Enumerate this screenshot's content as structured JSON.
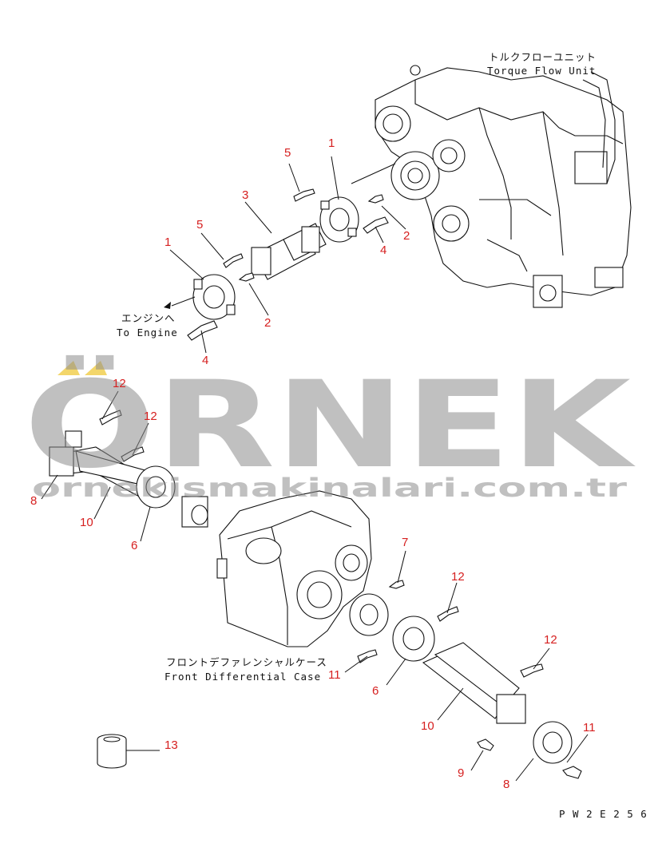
{
  "labels": {
    "torque_flow_unit_jp": "トルクフローユニット",
    "torque_flow_unit_en": "Torque Flow Unit",
    "to_engine_jp": "エンジンへ",
    "to_engine_en": "To Engine",
    "front_diff_case_jp": "フロントデファレンシャルケース",
    "front_diff_case_en": "Front Differential Case",
    "drawing_code": "P W 2 E 2 5 6"
  },
  "callouts": [
    "1",
    "2",
    "3",
    "4",
    "5",
    "1",
    "2",
    "4",
    "5",
    "12",
    "12",
    "8",
    "10",
    "6",
    "7",
    "12",
    "11",
    "6",
    "12",
    "10",
    "11",
    "9",
    "8",
    "13"
  ],
  "watermark": {
    "logo_text": "ÖRNEK",
    "url_text": "ornekismakinalari.com.tr",
    "accent_color": "#f3d66a",
    "text_color": "#8e8e8e"
  },
  "colors": {
    "callout": "#d62020",
    "line": "#111111"
  }
}
